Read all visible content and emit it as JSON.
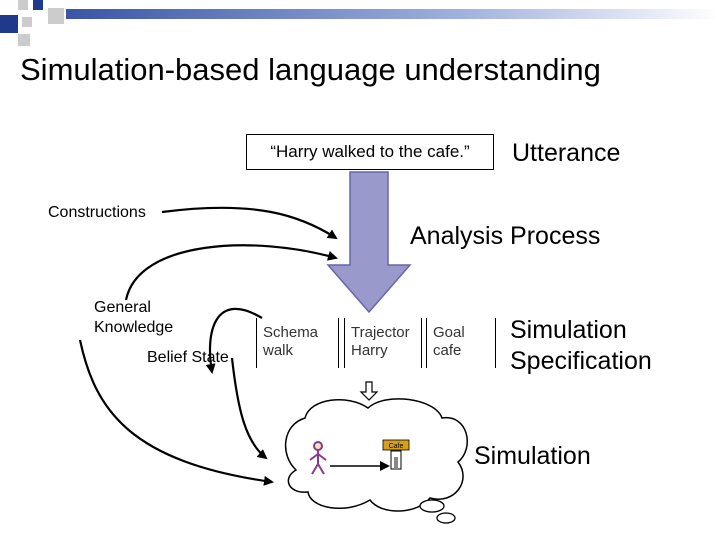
{
  "title": "Simulation-based language understanding",
  "utterance": {
    "text": "“Harry walked to the cafe.”",
    "label": "Utterance"
  },
  "analysis_process": "Analysis Process",
  "inputs": {
    "constructions": "Constructions",
    "general_knowledge": [
      "General",
      "Knowledge"
    ],
    "belief_state": "Belief State"
  },
  "spec_table": [
    {
      "role": "Schema",
      "value": "walk"
    },
    {
      "role": "Trajector",
      "value": "Harry"
    },
    {
      "role": "Goal",
      "value": "cafe"
    }
  ],
  "simulation_specification": [
    "Simulation",
    "Specification"
  ],
  "simulation": {
    "label": "Simulation",
    "cafe_sign": "Cafe"
  },
  "colors": {
    "arrow_fill": "#9999cc",
    "decor_blue": "#1f3a8a",
    "decor_gray": "#cccccc",
    "cafe_sign": "#d4a017",
    "figure": "#8a3a8a"
  }
}
